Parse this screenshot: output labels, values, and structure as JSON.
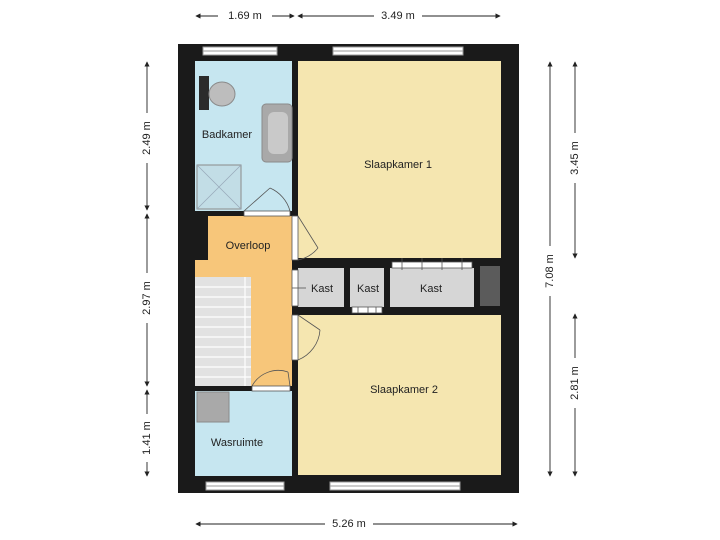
{
  "plan": {
    "colors": {
      "wall": "#1a1a1a",
      "wet_room": "#c6e6f0",
      "bedroom": "#f5e6b0",
      "landing": "#f7c67a",
      "storage": "#d6d6d6",
      "stairs": "#e2e2e2",
      "fixture": "#a9a9a9",
      "window": "#ffffff",
      "dimension": "#222222"
    },
    "rooms": {
      "badkamer": "Badkamer",
      "slaapkamer1": "Slaapkamer 1",
      "overloop": "Overloop",
      "kast1": "Kast",
      "kast2": "Kast",
      "kast3": "Kast",
      "slaapkamer2": "Slaapkamer 2",
      "wasruimte": "Wasruimte"
    },
    "dimensions": {
      "top_left": "1.69 m",
      "top_right": "3.49 m",
      "bottom": "5.26 m",
      "left_upper": "2.49 m",
      "left_middle": "2.97 m",
      "left_lower": "1.41 m",
      "right_total": "7.08 m",
      "right_upper": "3.45 m",
      "right_lower": "2.81 m"
    }
  }
}
